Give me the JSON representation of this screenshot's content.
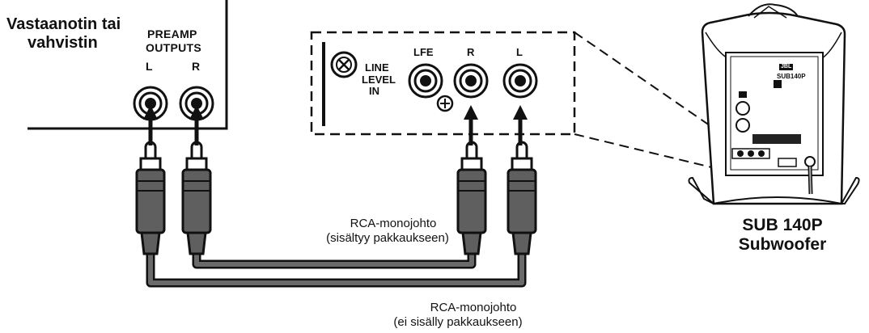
{
  "receiver": {
    "title_line1": "Vastaanotin tai",
    "title_line2": "vahvistin",
    "preamp_line1": "PREAMP",
    "preamp_line2": "OUTPUTS",
    "left_label": "L",
    "right_label": "R"
  },
  "input_panel": {
    "line_level_line1": "LINE",
    "line_level_line2": "LEVEL",
    "line_level_line3": "IN",
    "lfe_label": "LFE",
    "right_label": "R",
    "left_label": "L"
  },
  "cables": {
    "included_line1": "RCA-monojohto",
    "included_line2": "(sisältyy pakkaukseen)",
    "not_included_line1": "RCA-monojohto",
    "not_included_line2": "(ei sisälly pakkaukseen)"
  },
  "subwoofer": {
    "model_line1": "SUB 140P",
    "model_line2": "Subwoofer",
    "panel_model": "SUB140P",
    "brand": "JBL"
  },
  "colors": {
    "line": "#111111",
    "cable": "#555555",
    "body": "#ffffff"
  }
}
